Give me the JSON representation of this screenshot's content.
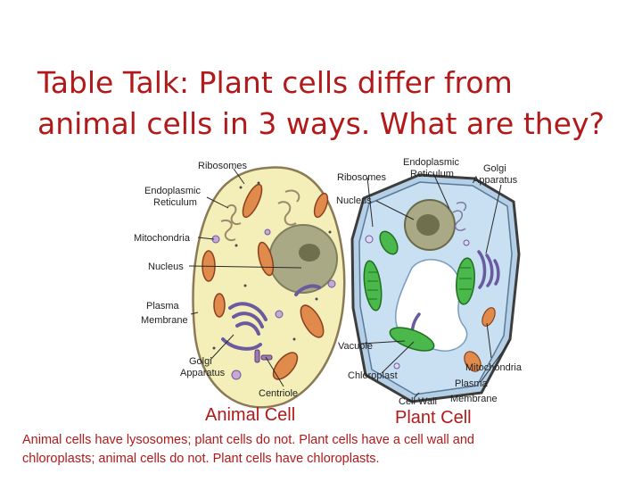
{
  "title": {
    "line1": "Table Talk:  Plant cells differ from",
    "line2": "animal cells in 3 ways.  What are they?"
  },
  "animal_cell": {
    "caption": "Animal Cell",
    "labels": {
      "ribosomes": "Ribosomes",
      "endoplasmic_1": "Endoplasmic",
      "endoplasmic_2": "Reticulum",
      "mitochondria": "Mitochondria",
      "nucleus": "Nucleus",
      "plasma_1": "Plasma",
      "plasma_2": "Membrane",
      "golgi_1": "Golgi",
      "golgi_2": "Apparatus",
      "centriole": "Centriole"
    }
  },
  "plant_cell": {
    "caption": "Plant Cell",
    "labels": {
      "ribosomes": "Ribosomes",
      "endoplasmic_1": "Endoplasmic",
      "endoplasmic_2": "Reticulum",
      "golgi_1": "Golgi",
      "golgi_2": "Apparatus",
      "nucleus": "Nucleus",
      "vacuole": "Vacuole",
      "chloroplast": "Chloroplast",
      "mitochondria": "Mitochondria",
      "plasma_1": "Plasma",
      "plasma_2": "Membrane",
      "cell_wall": "Cell Wall"
    }
  },
  "caption": {
    "line1": "Animal cells have lysosomes; plant cells do not.  Plant cells have a cell wall and",
    "line2": "chloroplasts; animal cells do not. Plant cells have chloroplasts."
  },
  "colors": {
    "title": "#b01a1a",
    "animal_cytoplasm": "#f4efb8",
    "plant_cytoplasm": "#c9dff2",
    "nucleus": "#a9a985",
    "mitochondria": "#e08a4c",
    "chloroplast": "#4bb84b",
    "golgi": "#6a5aa0"
  }
}
